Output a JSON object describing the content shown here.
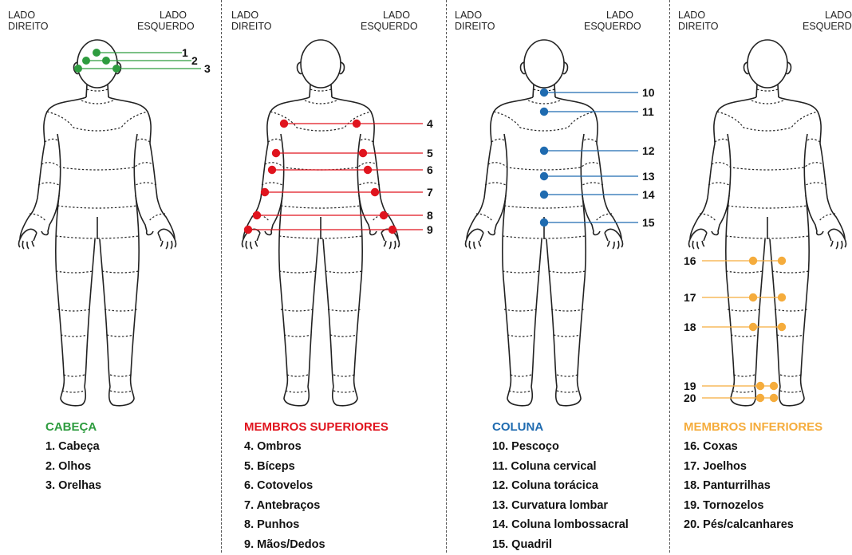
{
  "side_labels": {
    "right_side": [
      "LADO",
      "DIREITO"
    ],
    "left_side": [
      "LADO",
      "ESQUERDO"
    ]
  },
  "panels": [
    {
      "id": "cabeca",
      "title": "CABEÇA",
      "color": "#2e9c3f",
      "items": [
        "1. Cabeça",
        "2. Olhos",
        "3. Orelhas"
      ],
      "point_numbers": [
        "1",
        "2",
        "3"
      ]
    },
    {
      "id": "membros-superiores",
      "title": "MEMBROS SUPERIORES",
      "color": "#e0141e",
      "items": [
        "4. Ombros",
        "5. Bíceps",
        "6. Cotovelos",
        "7. Antebraços",
        "8. Punhos",
        "9. Mãos/Dedos"
      ],
      "point_numbers": [
        "4",
        "5",
        "6",
        "7",
        "8",
        "9"
      ]
    },
    {
      "id": "coluna",
      "title": "COLUNA",
      "color": "#1f6bb0",
      "items": [
        "10. Pescoço",
        "11. Coluna cervical",
        "12. Coluna torácica",
        "13. Curvatura lombar",
        "14. Coluna lombossacral",
        "15. Quadril"
      ],
      "point_numbers": [
        "10",
        "11",
        "12",
        "13",
        "14",
        "15"
      ]
    },
    {
      "id": "membros-inferiores",
      "title": "MEMBROS INFERIORES",
      "color": "#f5ac3c",
      "items": [
        "16. Coxas",
        "17. Joelhos",
        "18. Panturrilhas",
        "19. Tornozelos",
        "20. Pés/calcanhares"
      ],
      "point_numbers": [
        "16",
        "17",
        "18",
        "19",
        "20"
      ]
    }
  ]
}
